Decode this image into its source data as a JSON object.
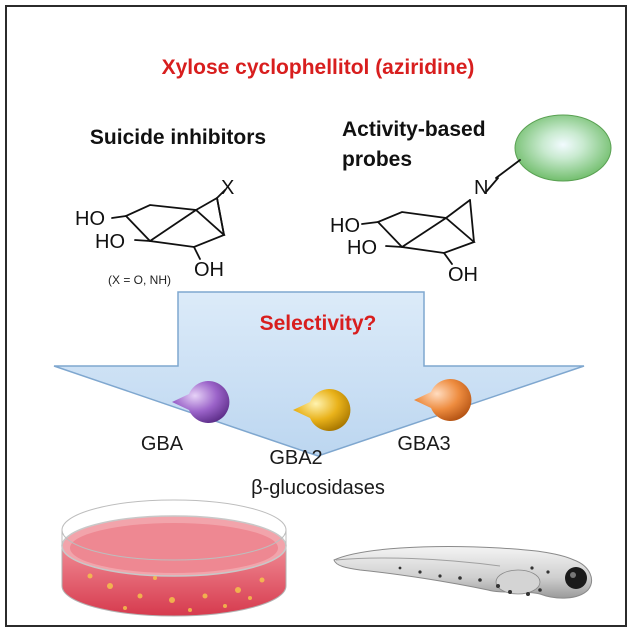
{
  "title": "Xylose cyclophellitol (aziridine)",
  "left_panel": {
    "heading": "Suicide inhibitors",
    "atom_X": "X",
    "ho_top": "HO",
    "ho_mid": "HO",
    "oh_bottom": "OH",
    "note": "(X = O, NH)"
  },
  "right_panel": {
    "heading_line1": "Activity-based",
    "heading_line2": "probes",
    "atom_N": "N",
    "ho_top": "HO",
    "ho_mid": "HO",
    "oh_bottom": "OH"
  },
  "arrow_label": "Selectivity?",
  "enzymes": [
    {
      "label": "GBA",
      "color": "#9b63c9"
    },
    {
      "label": "GBA2",
      "color": "#e9b21a"
    },
    {
      "label": "GBA3",
      "color": "#ee8c3f"
    }
  ],
  "enzyme_class": "β-glucosidases",
  "colors": {
    "accent_red": "#d81e1e",
    "arrow_fill": "#cfe3f6",
    "arrow_stroke": "#7fa7cf",
    "probe_green": "#8fd18a",
    "dish_pink": "#e8566a"
  },
  "icons": [
    "petri-dish-icon",
    "zebrafish-larva-icon"
  ]
}
